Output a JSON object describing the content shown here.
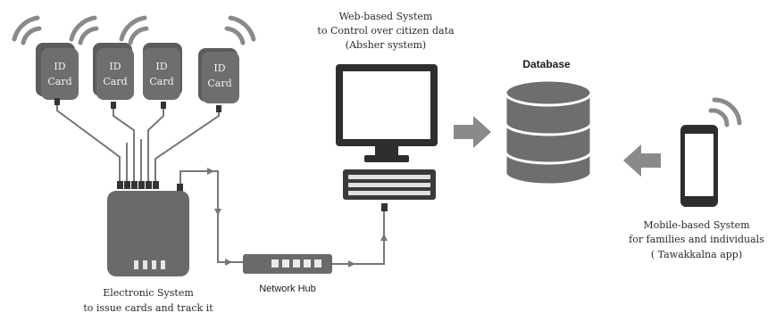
{
  "id_cards": [
    {
      "line1": "ID",
      "line2": "Card"
    },
    {
      "line1": "ID",
      "line2": "Card"
    },
    {
      "line1": "ID",
      "line2": "Card"
    },
    {
      "line1": "ID",
      "line2": "Card"
    }
  ],
  "web_system": {
    "line1": "Web-based System",
    "line2": "to Control over citizen data",
    "line3": "(Absher system)"
  },
  "database": {
    "label": "Database"
  },
  "mobile_system": {
    "line1": "Mobile-based System",
    "line2": "for families and individuals",
    "line3": "( Tawakkalna app)"
  },
  "electronic_system": {
    "line1": "Electronic System",
    "line2": "to issue cards and track it"
  },
  "network_hub": {
    "label": "Network Hub"
  }
}
